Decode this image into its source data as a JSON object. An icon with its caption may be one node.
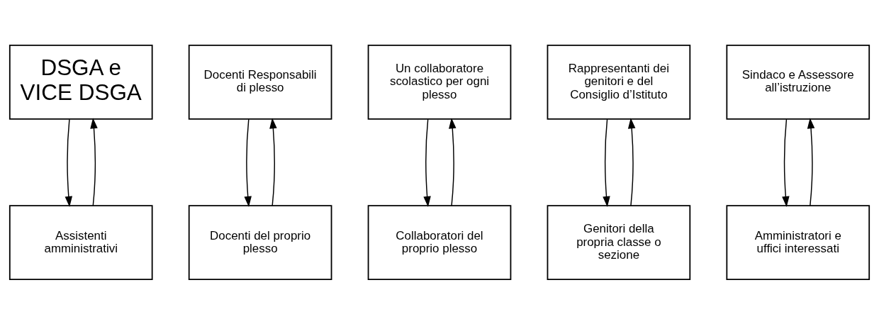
{
  "diagram": {
    "nodes": [
      {
        "text": [
          "DSGA e VICE DSGA"
        ]
      },
      {
        "text": [
          "Docenti Responsabili di plesso"
        ]
      },
      {
        "text": [
          "Un collaboratore scolastico per ogni plesso"
        ]
      },
      {
        "text": [
          "Rappresentanti dei genitori e del Consiglio d’Istituto"
        ]
      },
      {
        "text": [
          "Sindaco e Assessore all’istruzione"
        ]
      },
      {
        "text": [
          "Assistenti amministrativi"
        ]
      },
      {
        "text": [
          "Docenti del proprio plesso"
        ]
      },
      {
        "text": [
          "Collaboratori del proprio plesso"
        ]
      },
      {
        "text": [
          "Genitori della propria classe o sezione"
        ]
      },
      {
        "text": [
          "Amministratori e uffici interessati"
        ]
      }
    ],
    "edges": [
      {
        "from": 5,
        "to": 0,
        "arrow": "to"
      },
      {
        "from": 0,
        "to": 5,
        "arrow": "to"
      },
      {
        "from": 6,
        "to": 1,
        "arrow": "to"
      },
      {
        "from": 1,
        "to": 6,
        "arrow": "to"
      },
      {
        "from": 7,
        "to": 2,
        "arrow": "to"
      },
      {
        "from": 2,
        "to": 7,
        "arrow": "to"
      },
      {
        "from": 8,
        "to": 3,
        "arrow": "to"
      },
      {
        "from": 3,
        "to": 8,
        "arrow": "to"
      },
      {
        "from": 9,
        "to": 4,
        "arrow": "to"
      },
      {
        "from": 4,
        "to": 9,
        "arrow": "to"
      }
    ]
  }
}
